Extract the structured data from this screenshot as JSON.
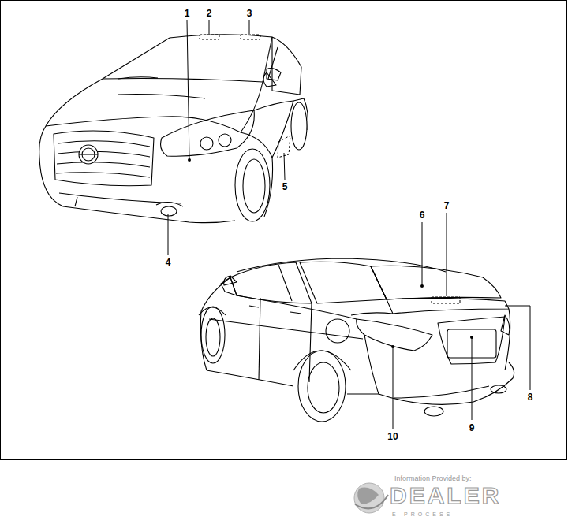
{
  "diagram": {
    "labels": [
      "1",
      "2",
      "3",
      "4",
      "5",
      "6",
      "7",
      "8",
      "9",
      "10",
      "Information Provided by:",
      "DEALER",
      "E-PROCESS"
    ]
  }
}
